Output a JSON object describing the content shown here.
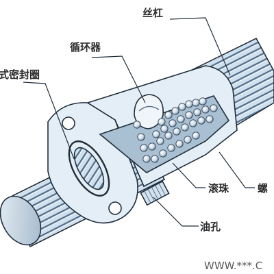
{
  "labels": {
    "screw": "丝杠",
    "recirculator": "循环器",
    "seal": "式密封圈",
    "balls": "滚珠",
    "nut": "螺",
    "oil_hole": "油孔"
  },
  "watermark": "WWW.***.C",
  "colors": {
    "screw_fill": "#cfe0ee",
    "screw_groove": "#55708a",
    "nut_fill": "#e4eef6",
    "section_fill": "#a9bfd2",
    "outline": "#1f2d3a"
  }
}
